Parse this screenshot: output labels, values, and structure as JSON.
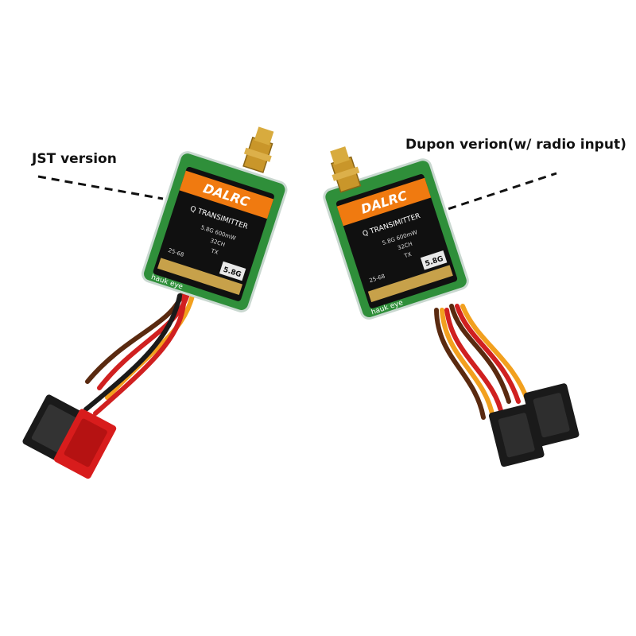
{
  "labels": {
    "jst": "JST version",
    "dupon": "Dupon verion(w/ radio input)"
  },
  "module": {
    "brand": "DALRC",
    "title": "Q TRANSIMITTER",
    "spec": "5.8G 600mW",
    "channels": "32CH",
    "mode": "TX",
    "band": "5.8G",
    "pins": "25-68",
    "maker": "hauk eye"
  },
  "colors": {
    "board_green": "#2f8f3a",
    "label_orange": "#f07a10",
    "antenna_gold": "#c9962a",
    "connector_red": "#d81c1c",
    "connector_black": "#1a1a1a",
    "wire_orange": "#f2a01e",
    "wire_red": "#d02020",
    "wire_brown": "#5a2a10"
  }
}
